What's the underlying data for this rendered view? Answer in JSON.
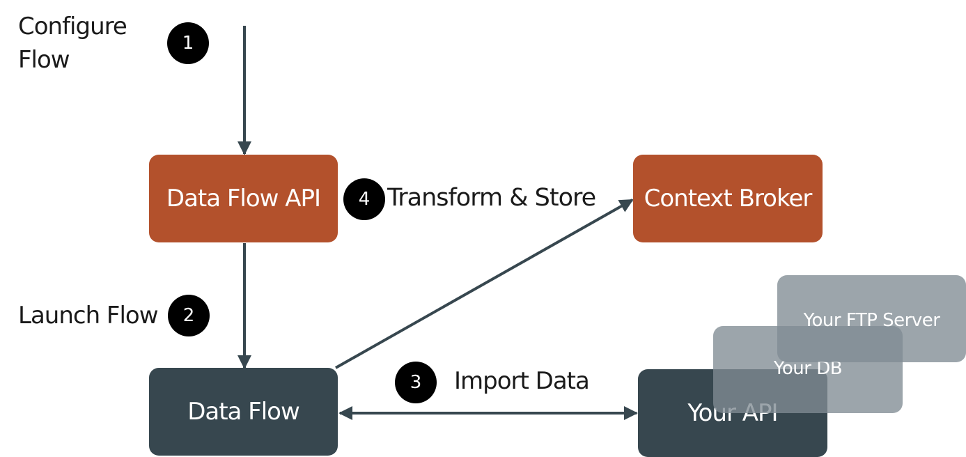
{
  "labels": {
    "configure_line1": "Configure",
    "configure_line2": "Flow",
    "launch": "Launch Flow",
    "transform": "Transform & Store",
    "import": "Import Data"
  },
  "steps": [
    "1",
    "2",
    "3",
    "4"
  ],
  "nodes": {
    "data_flow_api": "Data Flow API",
    "context_broker": "Context Broker",
    "data_flow": "Data Flow",
    "your_api": "Your API",
    "your_db": "Your DB",
    "your_ftp_server": "Your FTP Server"
  },
  "colors": {
    "service": "#b3512c",
    "component": "#37474f",
    "source_ghost": "#8c979c",
    "arrow": "#37474f",
    "step_badge": "#000000"
  }
}
